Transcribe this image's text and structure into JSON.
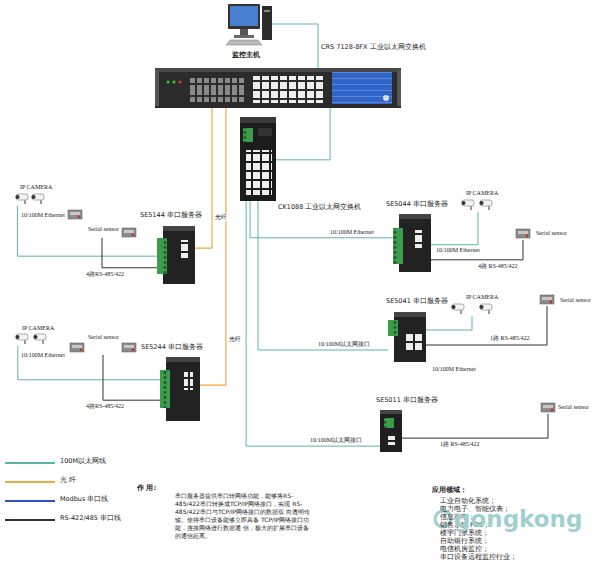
{
  "diagram": {
    "nodes": [
      {
        "text": [
          "监控主机"
        ]
      },
      {
        "text": [
          "CRS 7128-8FX 工业以太网交换机"
        ]
      },
      {
        "text": [
          "CK1088 工业以太网交换机"
        ]
      },
      {
        "text": [
          "SE5144 串口服务器"
        ]
      },
      {
        "text": [
          "SE5244 串口服务器"
        ]
      },
      {
        "text": [
          "SE5044 串口服务器"
        ]
      },
      {
        "text": [
          "SE5041 串口服务器"
        ]
      },
      {
        "text": [
          "SE5011 串口服务器"
        ]
      },
      {
        "text": [
          "IP CAMERA"
        ]
      },
      {
        "text": [
          "Serial sensor"
        ]
      },
      {
        "text": [
          "IP CAMERA"
        ]
      },
      {
        "text": [
          "Serial sensor"
        ]
      },
      {
        "text": [
          "IP CAMERA"
        ]
      },
      {
        "text": [
          "Serial sensor"
        ]
      },
      {
        "text": [
          "IP CAMERA"
        ]
      },
      {
        "text": [
          "Serial sensor"
        ]
      },
      {
        "text": [
          "Serial sensor"
        ]
      }
    ],
    "edges": [
      {
        "from": 0,
        "to": 1,
        "arrow": "none"
      },
      {
        "from": 1,
        "to": 2,
        "arrow": "none"
      },
      {
        "from": 1,
        "to": 3,
        "label": "光纤",
        "arrow": "none"
      },
      {
        "from": 1,
        "to": 4,
        "label": "光纤",
        "arrow": "none"
      },
      {
        "from": 2,
        "to": 5,
        "label": "10/100M Ethernet",
        "arrow": "none"
      },
      {
        "from": 2,
        "to": 6,
        "label": "10/100M以太网接口",
        "arrow": "none"
      },
      {
        "from": 2,
        "to": 7,
        "label": "10/100M以太网接口",
        "arrow": "none"
      },
      {
        "from": 8,
        "to": 3,
        "label": "10/100M Ethernet",
        "arrow": "none"
      },
      {
        "from": 9,
        "to": 3,
        "label": "4路RS-485/422",
        "arrow": "none"
      },
      {
        "from": 10,
        "to": 4,
        "label": "10/100M Ethernet",
        "arrow": "none"
      },
      {
        "from": 11,
        "to": 4,
        "label": "4路RS-485/422",
        "arrow": "none"
      },
      {
        "from": 12,
        "to": 5,
        "label": "10/100M Ethernet",
        "arrow": "none"
      },
      {
        "from": 13,
        "to": 5,
        "label": "4路 RS-485/422",
        "arrow": "none"
      },
      {
        "from": 14,
        "to": 6,
        "label": "10/100M Ethernet",
        "arrow": "none"
      },
      {
        "from": 15,
        "to": 6,
        "label": "1路 RS-485/422",
        "arrow": "none"
      },
      {
        "from": 16,
        "to": 7,
        "label": "1路 RS-485/422",
        "arrow": "none"
      }
    ],
    "labels": [
      "作 用:",
      "串口服务器提供串口转网络功能，能够将RS- 485/422串口转换成TCP/IP网络接口，实现 RS-485/422串口与TCP/IP网络接口的数据双 向透明传输。使得串口设备能够立即具备 TCP/IP网络接口功能，连接网络进行数据通 信，极大的扩展串口设备的通信距离。",
      "应用领域：",
      "工业自动化系统；",
      "电力电子、智能仪表；",
      "信息家电；",
      "销售系统 POS；",
      "楼宇门禁系统；",
      "自助银行系统；",
      "电信机房监控；",
      "串口设备远程监控行业；",
      "gongkong"
    ],
    "legend": [
      {
        "text": "100M以太网线",
        "color": "#5bb5a5"
      },
      {
        "text": "光 纤",
        "color": "#f2a93b"
      },
      {
        "text": "Modbus 串口线",
        "color": "#3050c0"
      },
      {
        "text": "RS-422/485 串口线",
        "color": "#333333"
      }
    ]
  }
}
